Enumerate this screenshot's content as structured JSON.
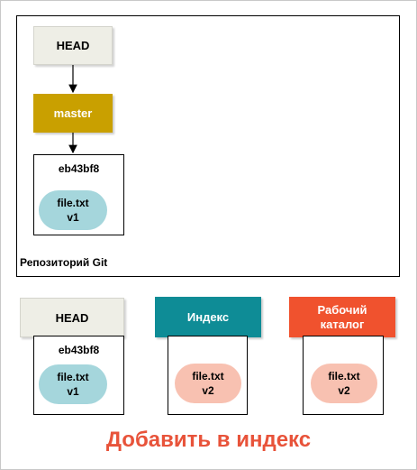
{
  "repository": {
    "label": "Репозиторий Git",
    "head_label": "HEAD",
    "branch_label": "master",
    "commit": {
      "id": "eb43bf8",
      "file": "file.txt",
      "version": "v1"
    }
  },
  "areas": {
    "head": {
      "label": "HEAD",
      "commit_id": "eb43bf8",
      "file": "file.txt",
      "version": "v1"
    },
    "index": {
      "label": "Индекс",
      "file": "file.txt",
      "version": "v2"
    },
    "working": {
      "label_line1": "Рабочий",
      "label_line2": "каталог",
      "file": "file.txt",
      "version": "v2"
    }
  },
  "caption": "Добавить в индекс",
  "colors": {
    "head_bg": "#eeeee6",
    "master": "#c9a000",
    "index": "#0e8c96",
    "working": "#f0522e",
    "blob_v1": "#a5d6dc",
    "blob_v2": "#f8c1b1",
    "caption": "#e8533a"
  }
}
